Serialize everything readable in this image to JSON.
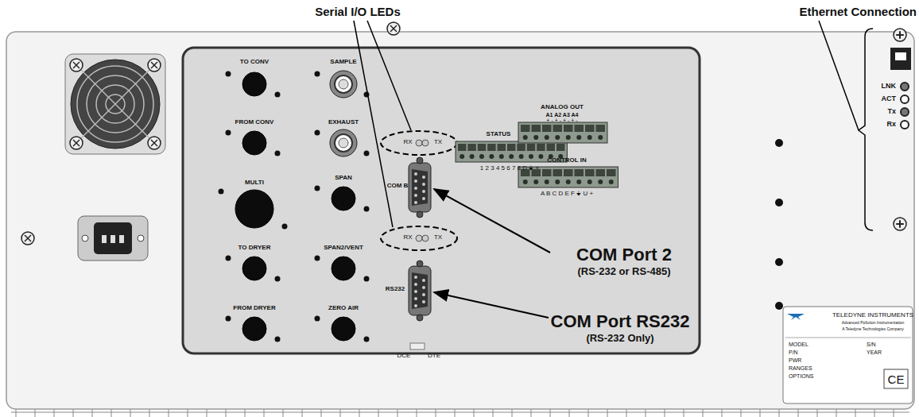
{
  "diagram": {
    "labels": [
      "Serial I/O LEDs",
      "Ethernet Connection",
      "TO CONV",
      "SAMPLE",
      "FROM CONV",
      "EXHAUST",
      "MULTI",
      "SPAN",
      "TO DRYER",
      "SPAN2/VENT",
      "FROM DRYER",
      "ZERO AIR",
      "RX",
      "TX",
      "COM B",
      "RX",
      "TX",
      "RS232",
      "STATUS",
      "1 2 3 4 5 6 7 8 D ⏚ +",
      "ANALOG OUT",
      "A1 A2 A3 A4",
      "+ - + - + - + -",
      "CONTROL IN",
      "A B C D E F ⏚ U +",
      "LNK",
      "ACT",
      "Tx",
      "Rx",
      "COM Port 2",
      "(RS-232 or RS-485)",
      "COM Port RS232",
      "(RS-232 Only)",
      "DCE",
      "DTE",
      "TELEDYNE INSTRUMENTS",
      "Advanced Pollution Instrumentation",
      "A Teledyne Technologies Company",
      "MODEL",
      "S/N",
      "P/N",
      "YEAR",
      "PWR",
      "RANGES",
      "OPTIONS",
      "CE"
    ]
  }
}
